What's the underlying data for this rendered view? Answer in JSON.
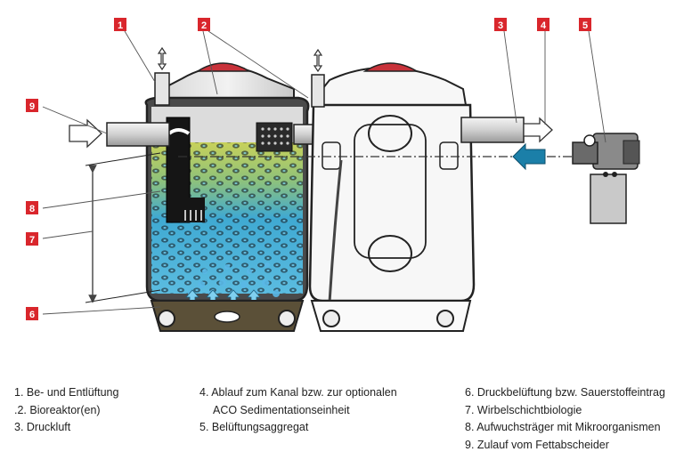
{
  "markers": [
    {
      "id": "1",
      "label": "1"
    },
    {
      "id": "2",
      "label": "2"
    },
    {
      "id": "3",
      "label": "3"
    },
    {
      "id": "4",
      "label": "4"
    },
    {
      "id": "5",
      "label": "5"
    },
    {
      "id": "6",
      "label": "6"
    },
    {
      "id": "7",
      "label": "7"
    },
    {
      "id": "8",
      "label": "8"
    },
    {
      "id": "9",
      "label": "9"
    }
  ],
  "legend": {
    "col1": [
      "1. Be- und Entlüftung",
      ".2. Bioreaktor(en)",
      "3. Druckluft"
    ],
    "col2": [
      "4. Ablauf zum Kanal bzw. zur optionalen",
      "ACO Sedimentationseinheit",
      "5. Belüftungsaggregat"
    ],
    "col3": [
      "6. Druckbelüftung bzw. Sauerstoffeintrag",
      "7. Wirbelschichtbiologie",
      "8. Aufwuchsträger mit Mikroorganismen",
      "9. Zulauf vom Fettabscheider"
    ]
  },
  "colors": {
    "marker_red": "#d9262c",
    "water_blue": "#4fb3d9",
    "biofilm_green": "#c6cc55",
    "flow_arrow_blue": "#1b7fa8",
    "outline": "#222222"
  }
}
